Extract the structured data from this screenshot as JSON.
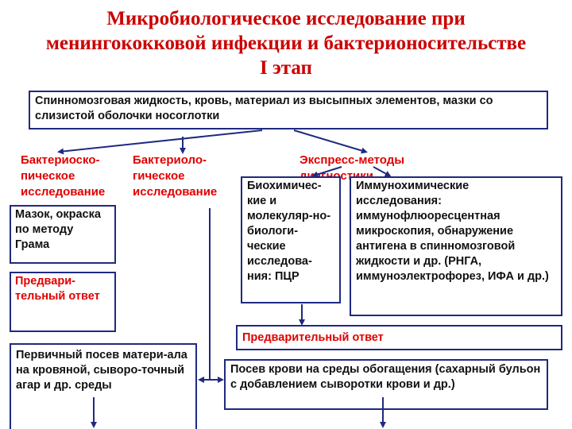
{
  "title": {
    "line1": "Микробиологическое исследование при",
    "line2": "менингококковой инфекции и бактерионосительстве",
    "line3": "I этап"
  },
  "top_box": "Спинномозговая жидкость, кровь, материал из высыпных элементов, мазки со слизистой оболочки носоглотки",
  "branches": {
    "bacterioscopic": "Бактериоско-пическое исследование",
    "bacteriological": "Бактериоло-гическое исследование",
    "express": "Экспресс-методы диагностики"
  },
  "boxes": {
    "smear": "Мазок, окраска по методу Грама",
    "preliminary_left": "Предвари-тельный ответ",
    "biochemical": "Биохимичес-кие и молекуляр-но-биологи-ческие исследова-ния: ПЦР",
    "immunochemical": "Иммунохимические исследования: иммунофлюоресцентная микроскопия, обнаружение антигена в спинномозговой жидкости и др. (РНГА, иммуноэлектрофорез, ИФА и др.)",
    "preliminary_right": "Предварительный ответ",
    "primary_culture": "Первичный посев матери-ала на кровяной, сыворо-точный агар и др. среды",
    "blood_culture": "Посев крови на среды обогащения (сахарный бульон с добавлением сыворотки крови и др.)"
  },
  "colors": {
    "title": "#cc0000",
    "border": "#1f2a80",
    "arrow": "#1f2a80",
    "label": "#e00000"
  }
}
